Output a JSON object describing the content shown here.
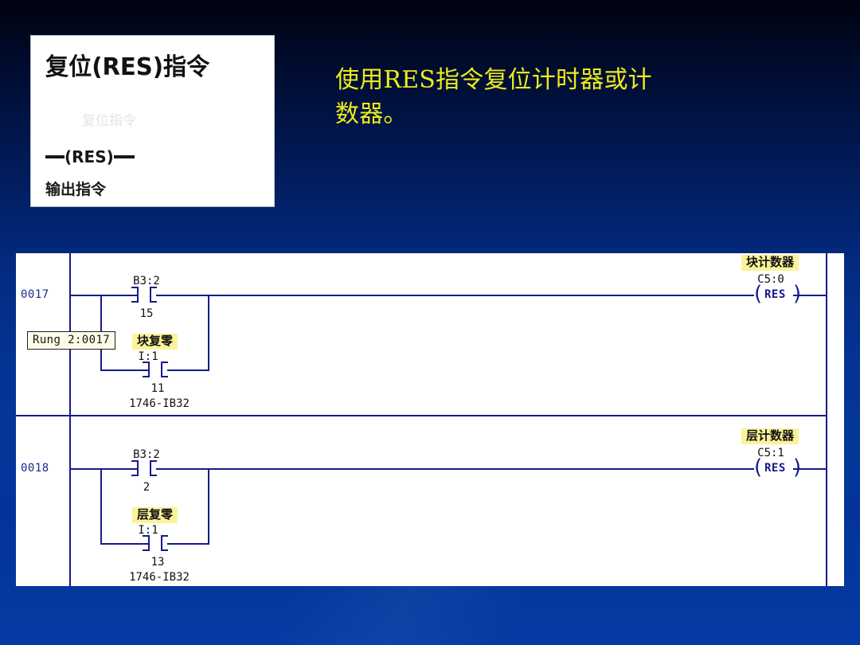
{
  "slide": {
    "background_top_color": "#00030e",
    "background_bottom_color": "#053ba3",
    "headline_color": "#ecec1a"
  },
  "title_card": {
    "heading": "复位(RES)指令",
    "ghost_text": "复位指令",
    "symbol_label": "(RES)",
    "subtitle": "输出指令"
  },
  "headline": {
    "line1": "使用RES指令复位计时器或计",
    "line2": "数器。"
  },
  "ladder": {
    "tooltip": "Rung 2:0017",
    "rungs": [
      {
        "number": "0017",
        "branches": [
          {
            "address": "B3:2",
            "bit": "15",
            "tag": "",
            "module": ""
          },
          {
            "address": "I:1",
            "bit": "11",
            "tag": "块复零",
            "module": "1746-IB32"
          }
        ],
        "output": {
          "tag": "块计数器",
          "address": "C5:0",
          "instruction": "RES"
        }
      },
      {
        "number": "0018",
        "branches": [
          {
            "address": "B3:2",
            "bit": "2",
            "tag": "",
            "module": ""
          },
          {
            "address": "I:1",
            "bit": "13",
            "tag": "层复零",
            "module": "1746-IB32"
          }
        ],
        "output": {
          "tag": "层计数器",
          "address": "C5:1",
          "instruction": "RES"
        }
      }
    ]
  }
}
